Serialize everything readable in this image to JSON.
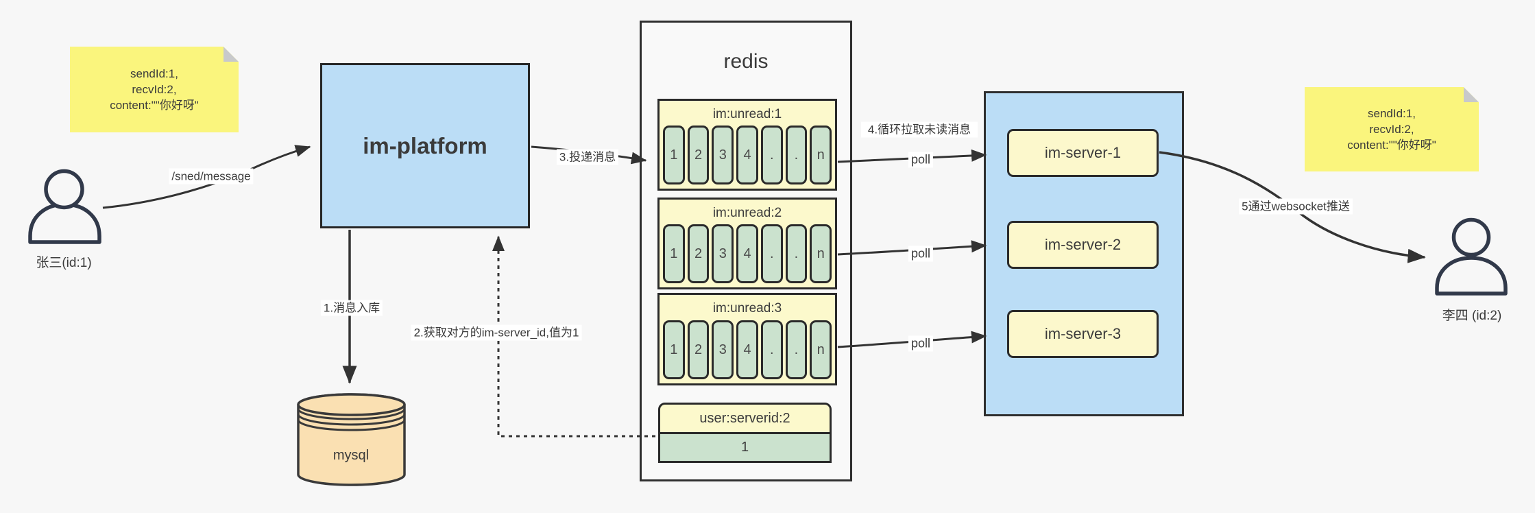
{
  "actors": {
    "sender": {
      "label": "张三(id:1)"
    },
    "receiver": {
      "label": "李四 (id:2)"
    }
  },
  "sticky_left": {
    "lines": [
      "sendId:1,",
      "recvId:2,",
      "content:\"\"你好呀\""
    ]
  },
  "sticky_right": {
    "lines": [
      "sendId:1,",
      "recvId:2,",
      "content:\"\"你好呀\""
    ]
  },
  "platform": {
    "label": "im-platform"
  },
  "mysql": {
    "label": "mysql"
  },
  "redis": {
    "title": "redis",
    "queues": [
      {
        "name": "im:unread:1",
        "cells": [
          "1",
          "2",
          "3",
          "4",
          ".",
          ".",
          "n"
        ]
      },
      {
        "name": "im:unread:2",
        "cells": [
          "1",
          "2",
          "3",
          "4",
          ".",
          ".",
          "n"
        ]
      },
      {
        "name": "im:unread:3",
        "cells": [
          "1",
          "2",
          "3",
          "4",
          ".",
          ".",
          "n"
        ]
      }
    ],
    "kv": {
      "key": "user:serverid:2",
      "value": "1"
    }
  },
  "servers": [
    {
      "label": "im-server-1"
    },
    {
      "label": "im-server-2"
    },
    {
      "label": "im-server-3"
    }
  ],
  "edges": {
    "send": "/sned/message",
    "step1": "1.消息入库",
    "step2": "2.获取对方的im-server_id,值为1",
    "step3": "3.投递消息",
    "step4": "4.循环拉取未读消息",
    "poll": "poll",
    "step5": "5通过websocket推送"
  },
  "colors": {
    "background": "#f7f7f7",
    "sticky_yellow": "#faf57d",
    "box_blue": "#bbddf6",
    "pale_yellow": "#fcf9cc",
    "cell_green": "#cbe2ce",
    "db_peach": "#fae0b2",
    "line_dark": "#333333",
    "actor_stroke": "#31394a"
  }
}
